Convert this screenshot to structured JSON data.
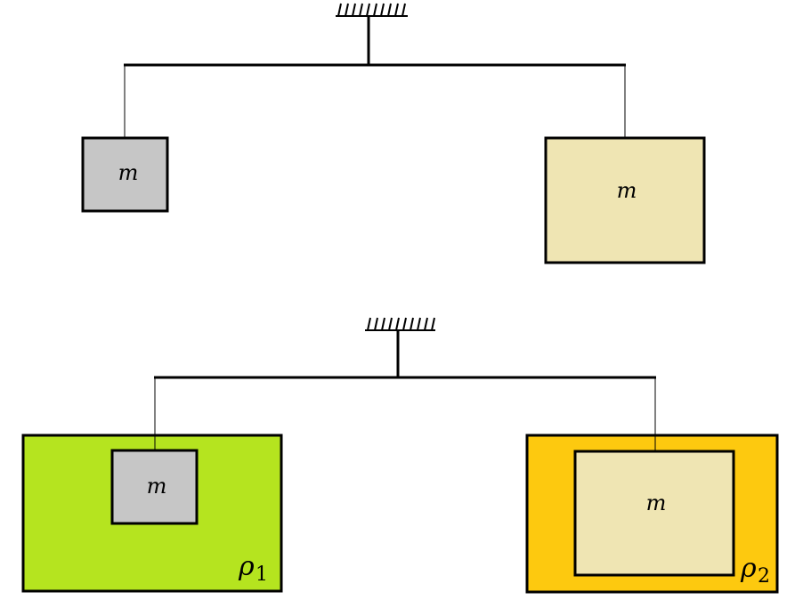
{
  "colors": {
    "gray_block": "#c6c6c6",
    "beige_block": "#efe5b3",
    "liquid_1": "#b5e41f",
    "liquid_2": "#fdc90f",
    "line": "#000000"
  },
  "top_setup": {
    "left_block": {
      "label": "m"
    },
    "right_block": {
      "label": "m"
    }
  },
  "bottom_setup": {
    "left_block": {
      "label": "m"
    },
    "right_block": {
      "label": "m"
    },
    "left_liquid": {
      "symbol": "ρ",
      "subscript": "1"
    },
    "right_liquid": {
      "symbol": "ρ",
      "subscript": "2"
    }
  }
}
